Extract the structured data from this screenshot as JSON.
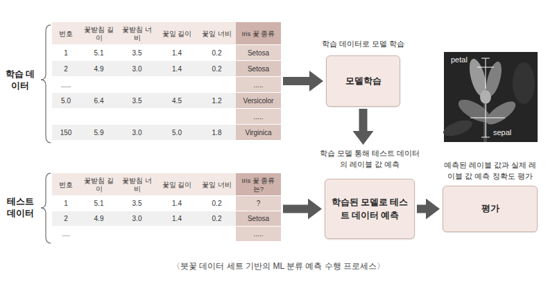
{
  "diagram": {
    "caption": "〈붓꽃 데이터 세트 기반의 ML 분류 예측 수행 프로세스〉",
    "nodes": [
      {
        "text": [
          "번호",
          "꽃받침 길이",
          "꽃받침 너비",
          "꽃잎 길이",
          "꽃잎 너비",
          "Iris 꽃 종류",
          "1",
          "5.1",
          "3.5",
          "1.4",
          "0.2",
          "Setosa",
          "2",
          "4.9",
          "3.0",
          "1.4",
          "0.2",
          "Setosa",
          ".....",
          ".....",
          "5.0",
          "6.4",
          "3.5",
          "4.5",
          "1.2",
          "Versicolor",
          ".....",
          "150",
          "5.9",
          "3.0",
          "5.0",
          "1.8",
          "Virginica"
        ]
      },
      {
        "text": [
          "학습 데이터로 모델 학습",
          "모델학습"
        ]
      },
      {
        "text": [
          "번호",
          "꽃받침 길이",
          "꽃받침 너비",
          "꽃잎 길이",
          "꽃잎 너비",
          "Iris 꽃 종류는?",
          "1",
          "5.1",
          "3.5",
          "1.4",
          "0.2",
          "?",
          "2",
          "4.9",
          "3.0",
          "1.4",
          "0.2",
          "Setosa",
          "....",
          "....."
        ]
      },
      {
        "text": [
          "학습 모델 통해 테스트 데이터의 레이블 값 예측",
          "학습된 모델로 테스트 데이터 예측"
        ]
      },
      {
        "text": [
          "예측된 레이블 값과 실제 레이블 값 예측 정확도 평가",
          "평가"
        ]
      }
    ],
    "edges": [
      {
        "from": 0,
        "to": 1,
        "arrow": "to"
      },
      {
        "from": 1,
        "to": 3,
        "arrow": "to"
      },
      {
        "from": 2,
        "to": 3,
        "arrow": "to"
      },
      {
        "from": 3,
        "to": 4,
        "arrow": "to"
      }
    ],
    "labels": [
      "학습 데이터",
      "테스트 데이터",
      "petal",
      "sepal"
    ]
  }
}
